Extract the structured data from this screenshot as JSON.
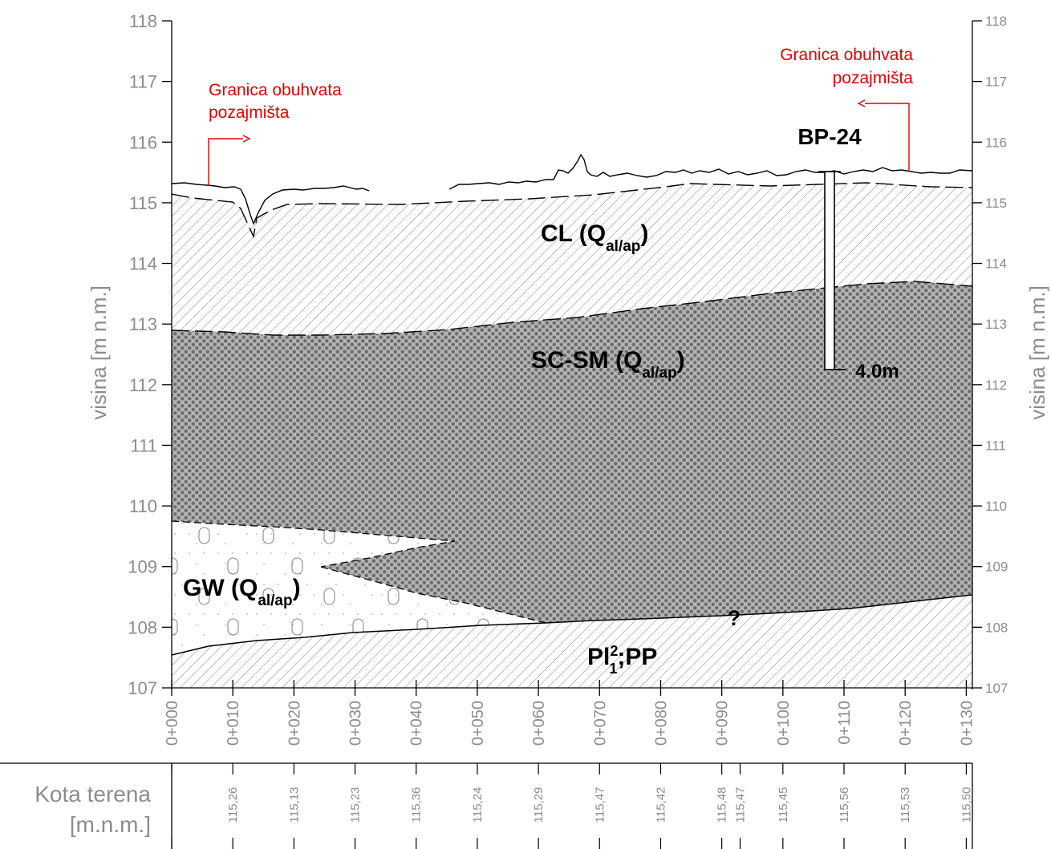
{
  "y_axis": {
    "label": "visina [m n.m.]",
    "ticks": [
      "107",
      "108",
      "109",
      "110",
      "111",
      "112",
      "113",
      "114",
      "115",
      "116",
      "117",
      "118"
    ],
    "min": 107,
    "max": 118
  },
  "x_axis": {
    "ticks": [
      "0+000",
      "0+010",
      "0+020",
      "0+030",
      "0+040",
      "0+050",
      "0+060",
      "0+070",
      "0+080",
      "0+090",
      "0+100",
      "0+110",
      "0+120",
      "0+130"
    ],
    "min": 0,
    "max": 131
  },
  "bottom_table": {
    "label_line1": "Kota terena",
    "label_line2": "[m.n.m.]",
    "values": [
      {
        "station": 0,
        "text": ""
      },
      {
        "station": 10,
        "text": "115,26"
      },
      {
        "station": 20,
        "text": "115,13"
      },
      {
        "station": 30,
        "text": "115,23"
      },
      {
        "station": 40,
        "text": "115,36"
      },
      {
        "station": 50,
        "text": "115,24"
      },
      {
        "station": 60,
        "text": "115,29"
      },
      {
        "station": 70,
        "text": "115,47"
      },
      {
        "station": 80,
        "text": "115,42"
      },
      {
        "station": 90,
        "text": "115,48"
      },
      {
        "station": 93,
        "text": "115,47"
      },
      {
        "station": 100,
        "text": "115,45"
      },
      {
        "station": 110,
        "text": "115,56"
      },
      {
        "station": 120,
        "text": "115,53"
      },
      {
        "station": 130,
        "text": "115,50"
      }
    ]
  },
  "annotations": {
    "boundary_left_line1": "Granica obuhvata",
    "boundary_left_line2": "pozajmišta",
    "boundary_right_line1": "Granica obuhvata",
    "boundary_right_line2": "pozajmišta",
    "borehole_name": "BP-24",
    "borehole_depth": "4.0m",
    "question_mark": "?"
  },
  "layers": {
    "cl": {
      "main": "CL (Q",
      "sub": "al/ap",
      "close": ")"
    },
    "scsm": {
      "main": "SC-SM (Q",
      "sub": "al/ap",
      "close": ")"
    },
    "gw": {
      "main": "GW (Q",
      "sub": "al/ap",
      "close": ")"
    },
    "pl": {
      "main": "Pl",
      "sup": "2",
      "sub": "1",
      "rest": ";PP"
    }
  },
  "colors": {
    "axis": "#8c8c8c",
    "boundary": "#e00000",
    "hatch": "#8a8a8a",
    "scsm": "#7a7a7a"
  }
}
